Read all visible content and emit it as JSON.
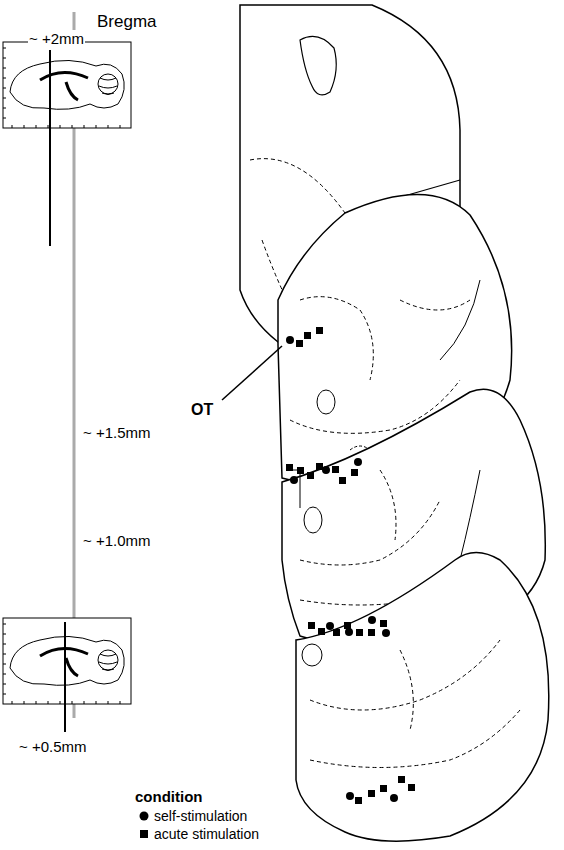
{
  "diagram": {
    "labels": [
      "Bregma",
      "~ +2mm",
      "~ +1.5mm",
      "~ +1.0mm",
      "~ +0.5mm",
      "OT",
      "condition"
    ],
    "legend": [
      {
        "text": "self-stimulation"
      },
      {
        "text": "acute stimulation"
      }
    ]
  }
}
